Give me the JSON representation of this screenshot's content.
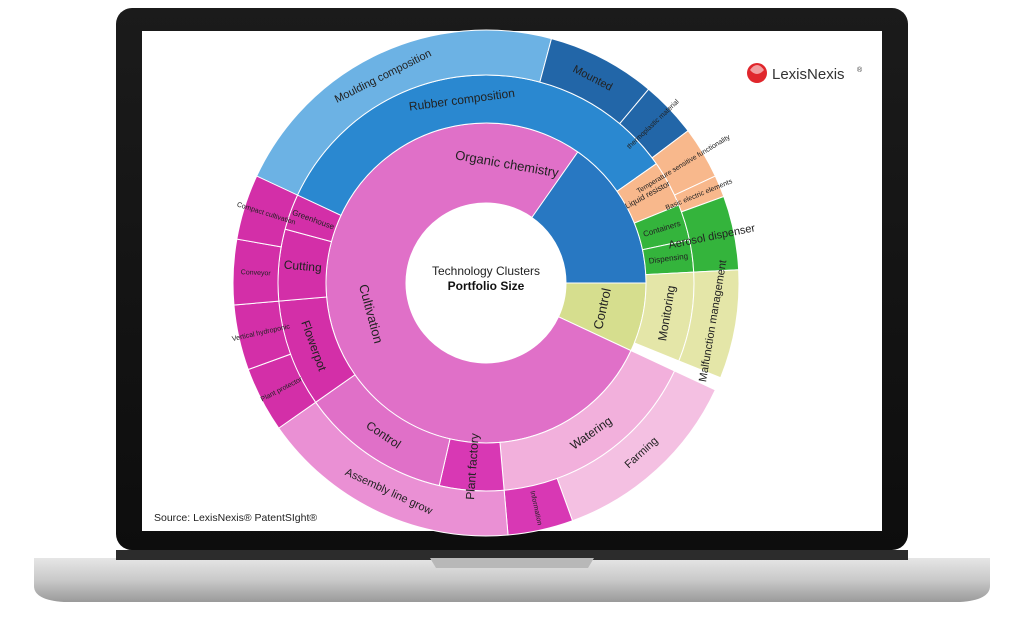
{
  "brand": {
    "name": "LexisNexis",
    "mark": "®"
  },
  "source_note": "Source:  LexisNexis® PatentSIght®",
  "chart_data": {
    "type": "sunburst",
    "title": "Technology Clusters",
    "subtitle": "Portfolio Size",
    "rings": [
      {
        "level": 1,
        "segments": [
          {
            "label": "Organic chemistry",
            "start_deg": -70,
            "end_deg": 90,
            "color": "#2878c2"
          },
          {
            "label": "Control",
            "start_deg": 90,
            "end_deg": 115,
            "color": "#d6de8e"
          },
          {
            "label": "Cultivation",
            "start_deg": 115,
            "end_deg": 395,
            "color": "#e070c8"
          }
        ]
      },
      {
        "level": 2,
        "segments": [
          {
            "label": "Rubber composition",
            "start_deg": -70,
            "end_deg": 55,
            "color": "#2a88d0"
          },
          {
            "label": "Liquid resistor",
            "start_deg": 55,
            "end_deg": 68,
            "color": "#f8b88c"
          },
          {
            "label": "Containers",
            "start_deg": 68,
            "end_deg": 78,
            "color": "#34b43c"
          },
          {
            "label": "Dispensing",
            "start_deg": 78,
            "end_deg": 87,
            "color": "#34b43c"
          },
          {
            "label": "Monitoring",
            "start_deg": 87,
            "end_deg": 112,
            "color": "#e4e6a8"
          },
          {
            "label": "Watering",
            "start_deg": 115,
            "end_deg": 175,
            "color": "#f2b0dc"
          },
          {
            "label": "Plant factory",
            "start_deg": 175,
            "end_deg": 193,
            "color": "#d838b4"
          },
          {
            "label": "Control",
            "start_deg": 193,
            "end_deg": 235,
            "color": "#e070c8"
          },
          {
            "label": "Flowerpot",
            "start_deg": 235,
            "end_deg": 265,
            "color": "#d32fa8"
          },
          {
            "label": "Cutting",
            "start_deg": 265,
            "end_deg": 285,
            "color": "#d32fa8"
          },
          {
            "label": "Greenhouse",
            "start_deg": 285,
            "end_deg": 295,
            "color": "#d32fa8"
          }
        ]
      },
      {
        "level": 3,
        "segments": [
          {
            "label": "Moulding composition",
            "start_deg": -68,
            "end_deg": 15,
            "color": "#6cb2e4"
          },
          {
            "label": "Mounted",
            "start_deg": 15,
            "end_deg": 40,
            "color": "#2266a8"
          },
          {
            "label": "thermoplastic material",
            "start_deg": 40,
            "end_deg": 53,
            "color": "#2266a8"
          },
          {
            "label": "Temperature sensitive functionality",
            "start_deg": 53,
            "end_deg": 65,
            "color": "#f8b88c"
          },
          {
            "label": "Basic electric elements",
            "start_deg": 65,
            "end_deg": 70,
            "color": "#f8b88c"
          },
          {
            "label": "Aerosol dispenser",
            "start_deg": 70,
            "end_deg": 87,
            "color": "#34b43c"
          },
          {
            "label": "Malfunction management",
            "start_deg": 87,
            "end_deg": 112,
            "color": "#e4e6a8"
          },
          {
            "label": "Farming",
            "start_deg": 115,
            "end_deg": 160,
            "color": "#f4c0e2"
          },
          {
            "label": "Information",
            "start_deg": 160,
            "end_deg": 175,
            "color": "#d838b4"
          },
          {
            "label": "Assembly line grow",
            "start_deg": 175,
            "end_deg": 235,
            "color": "#ea90d4"
          },
          {
            "label": "Plant protector",
            "start_deg": 235,
            "end_deg": 250,
            "color": "#d32fa8"
          },
          {
            "label": "Vertical hydroponic",
            "start_deg": 250,
            "end_deg": 265,
            "color": "#d32fa8"
          },
          {
            "label": "Conveyor",
            "start_deg": 265,
            "end_deg": 280,
            "color": "#d32fa8"
          },
          {
            "label": "Compact cultivation",
            "start_deg": 280,
            "end_deg": 295,
            "color": "#d32fa8"
          }
        ]
      }
    ]
  }
}
